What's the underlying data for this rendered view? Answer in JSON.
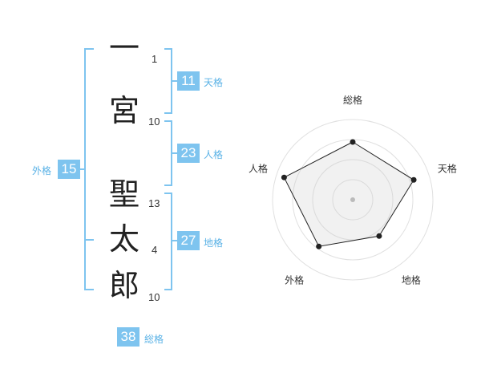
{
  "name": {
    "chars": [
      {
        "char": "一",
        "strokes": "1"
      },
      {
        "char": "宮",
        "strokes": "10"
      },
      {
        "char": "聖",
        "strokes": "13"
      },
      {
        "char": "太",
        "strokes": "4"
      },
      {
        "char": "郎",
        "strokes": "10"
      }
    ]
  },
  "kaku": {
    "tenkaku": {
      "value": "11",
      "label": "天格"
    },
    "jinkaku": {
      "value": "23",
      "label": "人格"
    },
    "chikaku": {
      "value": "27",
      "label": "地格"
    },
    "gaikaku": {
      "value": "15",
      "label": "外格"
    },
    "soukaku": {
      "value": "38",
      "label": "総格"
    }
  },
  "colors": {
    "accent": "#7ec4ef",
    "accent_text": "#5ab2e6",
    "text": "#222222"
  },
  "chart_data": {
    "type": "radar",
    "axes": [
      "総格",
      "天格",
      "地格",
      "外格",
      "人格"
    ],
    "values": [
      0.72,
      0.8,
      0.56,
      0.72,
      0.9
    ],
    "range": [
      0,
      1
    ],
    "rings": 4
  }
}
